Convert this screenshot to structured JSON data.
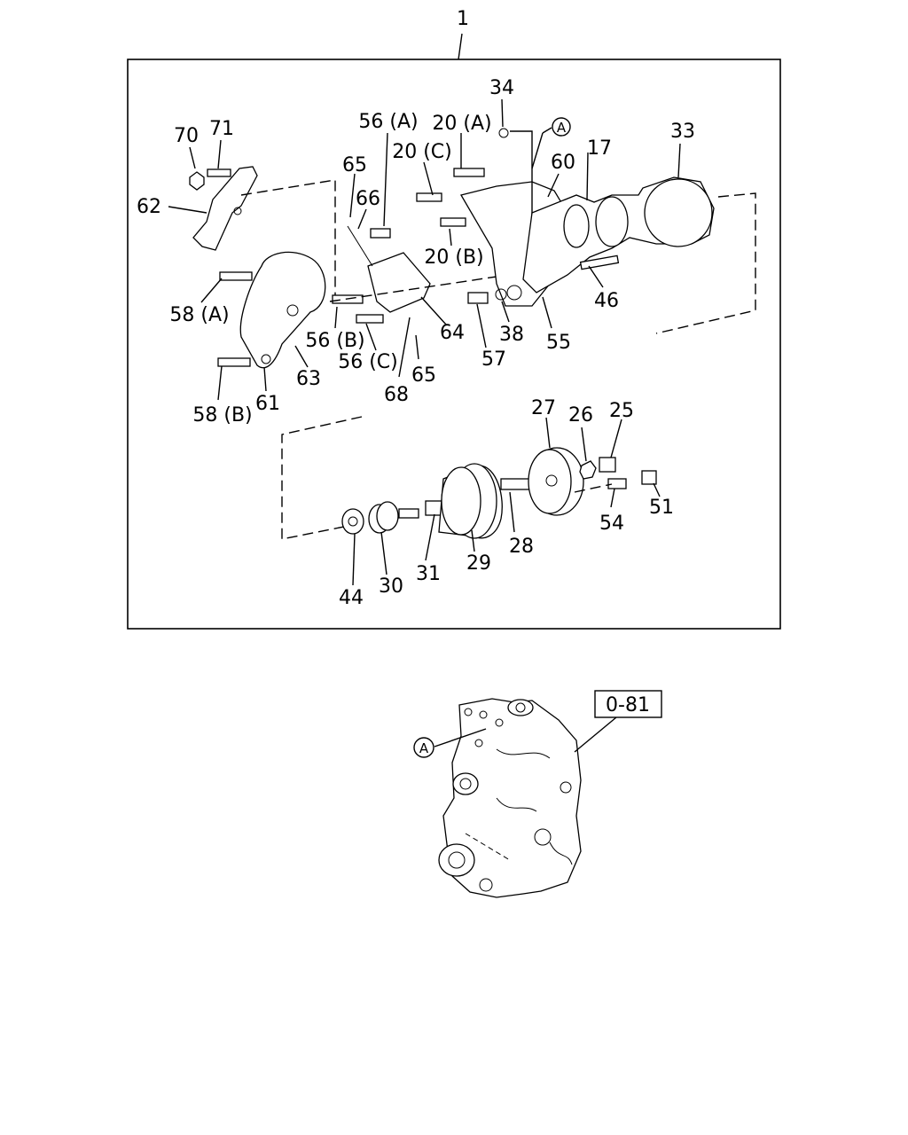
{
  "assembly_number": "1",
  "callouts": [
    "70",
    "71",
    "62",
    "58 (A)",
    "58 (B)",
    "61",
    "63",
    "65",
    "66",
    "56 (A)",
    "56 (B)",
    "56 (C)",
    "68",
    "64",
    "20 (C)",
    "20 (A)",
    "20 (B)",
    "34",
    "60",
    "17",
    "33",
    "46",
    "57",
    "38",
    "55",
    "27",
    "26",
    "25",
    "54",
    "51",
    "28",
    "29",
    "31",
    "30",
    "44"
  ],
  "ref_marker": "A",
  "ref_box": "0-81"
}
